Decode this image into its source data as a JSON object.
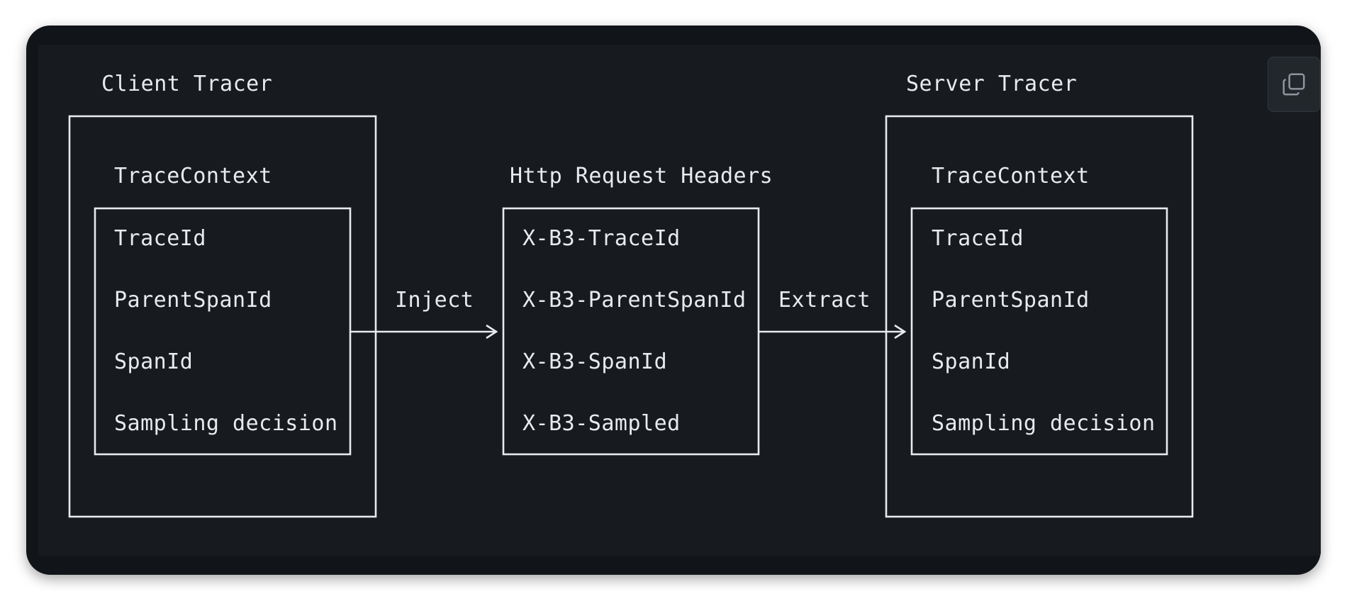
{
  "diagram": {
    "client": {
      "title": "Client Tracer",
      "context_label": "TraceContext",
      "fields": [
        "TraceId",
        "ParentSpanId",
        "SpanId",
        "Sampling decision"
      ]
    },
    "headers": {
      "title": "Http Request Headers",
      "fields": [
        "X-B3-TraceId",
        "X-B3-ParentSpanId",
        "X-B3-SpanId",
        "X-B3-Sampled"
      ]
    },
    "server": {
      "title": "Server Tracer",
      "context_label": "TraceContext",
      "fields": [
        "TraceId",
        "ParentSpanId",
        "SpanId",
        "Sampling decision"
      ]
    },
    "edges": {
      "inject_label": "Inject",
      "extract_label": "Extract"
    }
  },
  "toolbar": {
    "copy_icon": "copy-icon"
  }
}
